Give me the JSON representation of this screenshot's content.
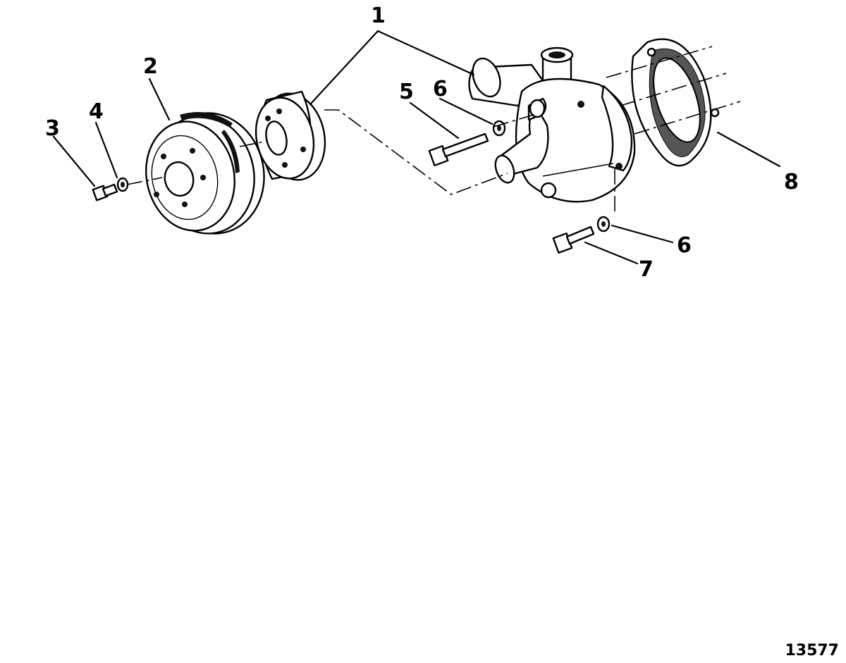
{
  "figure_number": "13577",
  "callouts": [
    {
      "id": "1",
      "label": "1"
    },
    {
      "id": "2",
      "label": "2"
    },
    {
      "id": "3",
      "label": "3"
    },
    {
      "id": "4",
      "label": "4"
    },
    {
      "id": "5",
      "label": "5"
    },
    {
      "id": "6a",
      "label": "6"
    },
    {
      "id": "6b",
      "label": "6"
    },
    {
      "id": "7",
      "label": "7"
    },
    {
      "id": "8",
      "label": "8"
    }
  ]
}
